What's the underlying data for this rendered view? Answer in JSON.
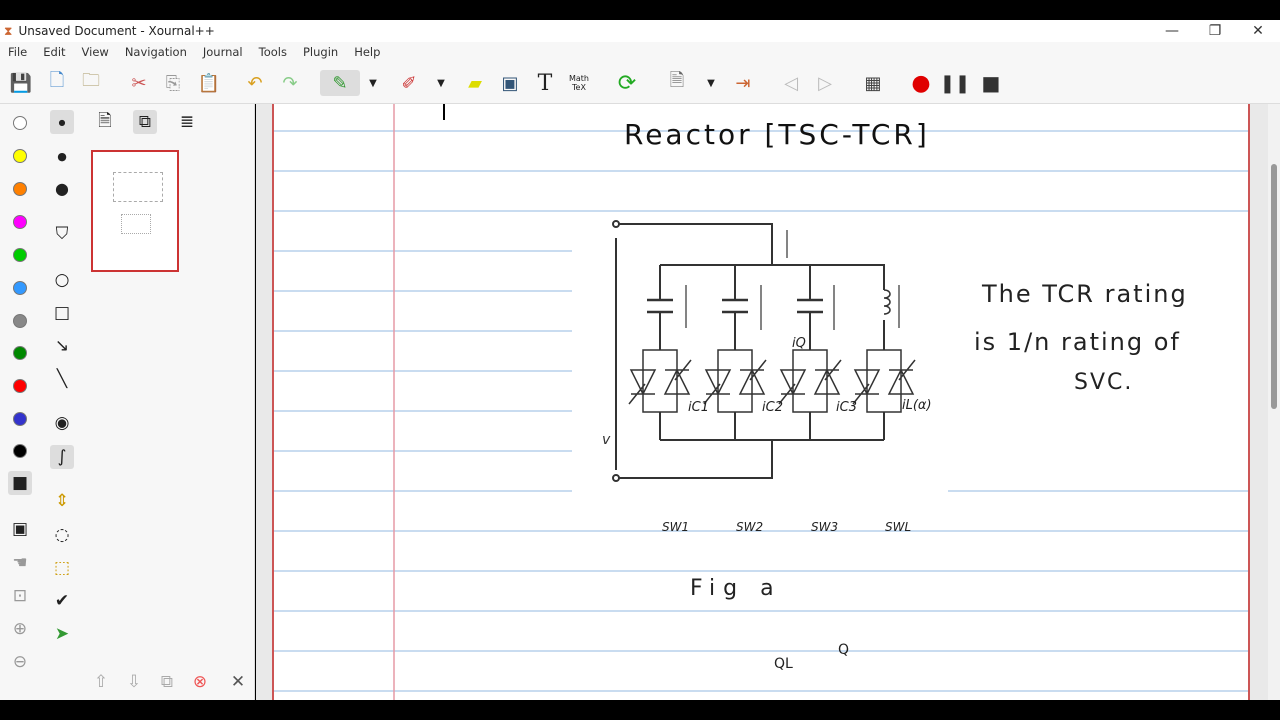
{
  "window": {
    "title": "Unsaved Document - Xournal++",
    "controls": [
      "minimize",
      "restore",
      "close"
    ]
  },
  "menu": [
    "File",
    "Edit",
    "View",
    "Navigation",
    "Journal",
    "Tools",
    "Plugin",
    "Help"
  ],
  "toolbar": {
    "math_tex_label": "Math TeX",
    "record_color": "#e00000"
  },
  "colors": [
    "#ffffff",
    "#ffff00",
    "#ff8000",
    "#ff00ff",
    "#00c000",
    "#3399ff",
    "#888888",
    "#008000",
    "#ff0000",
    "#3333cc",
    "#000000"
  ],
  "document": {
    "heading": "Reactor [TSC-TCR]",
    "circuit": {
      "voltage": "v",
      "total_current": "iQ",
      "branch_currents": [
        "iC1",
        "iC2",
        "iC3",
        "iL(α)"
      ],
      "switches": [
        "SW1",
        "SW2",
        "SW3",
        "SWL"
      ]
    },
    "figure_label": "Fig a",
    "note_lines": [
      "The TCR rating",
      "is 1/n rating of",
      "SVC."
    ],
    "bottom_labels": {
      "q": "Q",
      "ql": "QL"
    }
  }
}
